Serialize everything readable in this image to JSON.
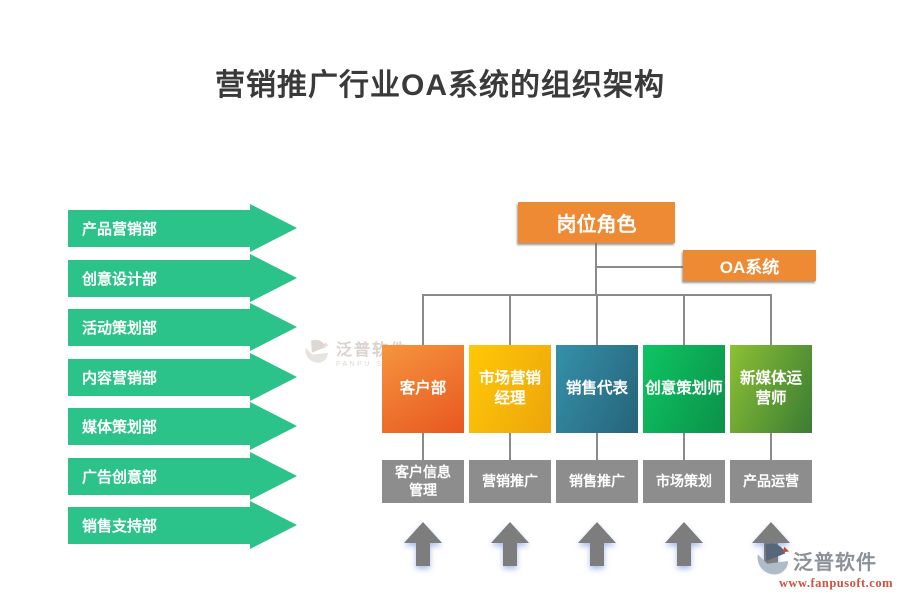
{
  "page": {
    "title": "营销推广行业OA系统的组织架构",
    "title_color": "#3a3a3a",
    "background": "#ffffff"
  },
  "departments": {
    "arrow_color": "#2bc389",
    "items": [
      {
        "label": "产品营销部"
      },
      {
        "label": "创意设计部"
      },
      {
        "label": "活动策划部"
      },
      {
        "label": "内容营销部"
      },
      {
        "label": "媒体策划部"
      },
      {
        "label": "广告创意部"
      },
      {
        "label": "销售支持部"
      }
    ]
  },
  "org_chart": {
    "line_color": "#8a8a8a",
    "root_box": {
      "label": "岗位角色",
      "color": "#ed8a33"
    },
    "system_box": {
      "label": "OA系统",
      "color": "#ed8a33"
    },
    "role_boxes": [
      {
        "label": "客户部",
        "gradient_from": "#f5953f",
        "gradient_to": "#e8571f"
      },
      {
        "label": "市场营销\n经理",
        "gradient_from": "#ffc808",
        "gradient_to": "#eda50a"
      },
      {
        "label": "销售代表",
        "gradient_from": "#3590aa",
        "gradient_to": "#266479"
      },
      {
        "label": "创意策划师",
        "gradient_from": "#0ec563",
        "gradient_to": "#0b9149"
      },
      {
        "label": "新媒体运\n营师",
        "gradient_from": "#8cc034",
        "gradient_to": "#3a7c33"
      }
    ],
    "function_boxes": {
      "color": "#8d8d8d",
      "items": [
        {
          "label": "客户信息\n管理"
        },
        {
          "label": "营销推广"
        },
        {
          "label": "销售推广"
        },
        {
          "label": "市场策划"
        },
        {
          "label": "产品运营"
        }
      ]
    },
    "up_arrow_color": "#7d7d7d"
  },
  "watermark": {
    "brand": "泛普软件",
    "subtitle": "FANPU SOFTWARE"
  },
  "footer": {
    "brand": "泛普软件",
    "url": "www.fanpusoft.com"
  }
}
